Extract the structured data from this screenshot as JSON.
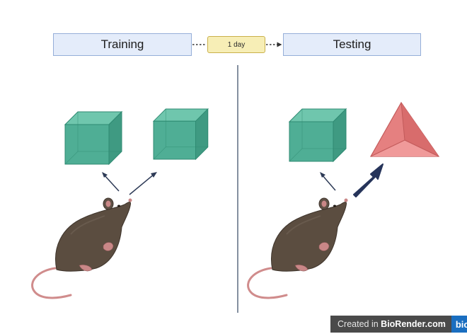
{
  "phases": {
    "training": "Training",
    "delay": "1 day",
    "testing": "Testing"
  },
  "watermark": {
    "prefix": "Created in ",
    "brand": "BioRender.com",
    "logo": "bio"
  },
  "colors": {
    "phase_box_fill": "#e4ecfa",
    "delay_fill": "#f7eeb6",
    "cube": "#4fae95",
    "triangle": "#e58080",
    "rat": "#5b4d40",
    "divider": "#5c6b80"
  }
}
